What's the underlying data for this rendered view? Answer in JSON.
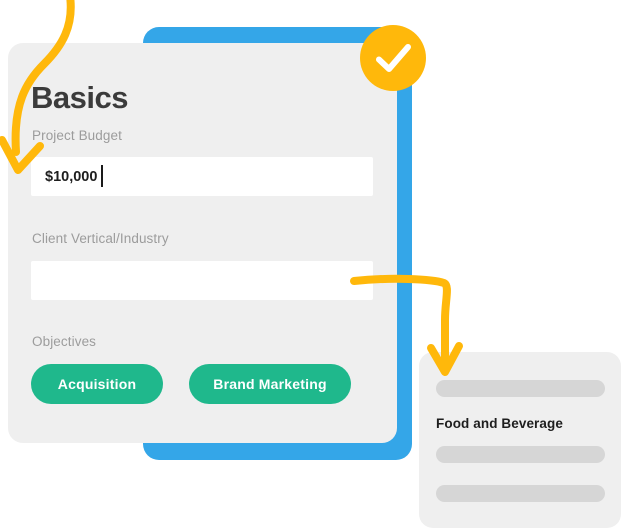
{
  "card": {
    "title": "Basics",
    "fields": [
      {
        "label": "Project Budget",
        "value": "$10,000",
        "placeholder": "",
        "focused": true
      },
      {
        "label": "Client Vertical/Industry",
        "value": "",
        "placeholder": "",
        "focused": false
      }
    ],
    "objectives_label": "Objectives",
    "objectives": [
      {
        "label": "Acquisition"
      },
      {
        "label": "Brand  Marketing"
      }
    ]
  },
  "badge": {
    "icon": "check-icon"
  },
  "suggestions": {
    "items": [
      {
        "type": "placeholder",
        "label": ""
      },
      {
        "type": "text",
        "label": "Food and Beverage"
      },
      {
        "type": "placeholder",
        "label": ""
      },
      {
        "type": "placeholder",
        "label": ""
      }
    ]
  },
  "annotations": [
    {
      "name": "arrow-to-budget-field",
      "icon": "curved-arrow-down-icon"
    },
    {
      "name": "arrow-to-suggestions",
      "icon": "elbow-arrow-down-icon"
    }
  ],
  "colors": {
    "accent_blue": "#34a6e8",
    "accent_green": "#1fb88c",
    "accent_yellow": "#ffb80b",
    "card_gray": "#efefef",
    "skeleton_gray": "#d6d6d6",
    "label_gray": "#9c9c9c",
    "text_dark": "#1e1e1e"
  }
}
